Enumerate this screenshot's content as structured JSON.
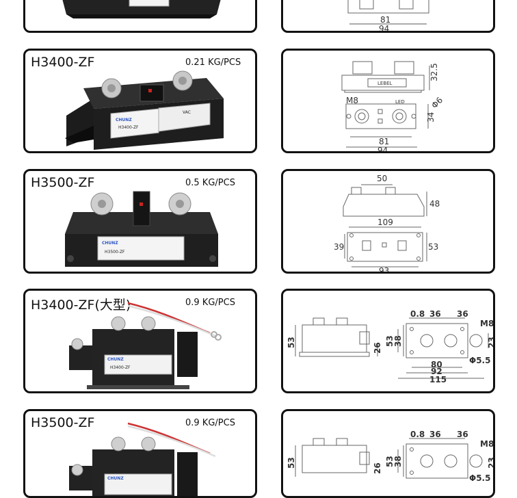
{
  "products": [
    {
      "model": "",
      "weight": "",
      "dims": {
        "a": "81",
        "b": "94"
      }
    },
    {
      "model": "H3400-ZF",
      "weight": "0.21 KG/PCS",
      "label": "LEBEL",
      "dims": {
        "h": "32.5",
        "screw": "M8",
        "led": "LED",
        "hole": "Φ6",
        "w": "34",
        "a": "81",
        "b": "94"
      },
      "plate": {
        "brand": "CHUNZ",
        "model": "H3400-ZF",
        "vac": "VAC"
      }
    },
    {
      "model": "H3500-ZF",
      "weight": "0.5 KG/PCS",
      "dims": {
        "top": "50",
        "h": "48",
        "len": "109",
        "left": "39",
        "right": "53",
        "bottom": "93"
      },
      "plate": {
        "brand": "CHUNZ",
        "model": "H3500-ZF"
      }
    },
    {
      "model": "H3400-ZF(大型)",
      "weight": "0.9 KG/PCS",
      "dims": {
        "p1": "0.8",
        "p2": "36",
        "p3": "36",
        "screw": "M8",
        "h1": "53",
        "h2": "26",
        "h3": "53",
        "h4": "38",
        "w1": "23",
        "hole": "Φ5.5",
        "l1": "80",
        "l2": "92",
        "l3": "115"
      },
      "plate": {
        "brand": "CHUNZ",
        "model": "H3400-ZF"
      }
    },
    {
      "model": "H3500-ZF",
      "weight": "0.9 KG/PCS",
      "dims": {
        "p1": "0.8",
        "p2": "36",
        "p3": "36",
        "screw": "M8",
        "h1": "53",
        "h2": "26",
        "h3": "53",
        "h4": "38",
        "w1": "23",
        "hole": "Φ5.5"
      },
      "plate": {
        "brand": "CHUNZ"
      }
    }
  ]
}
